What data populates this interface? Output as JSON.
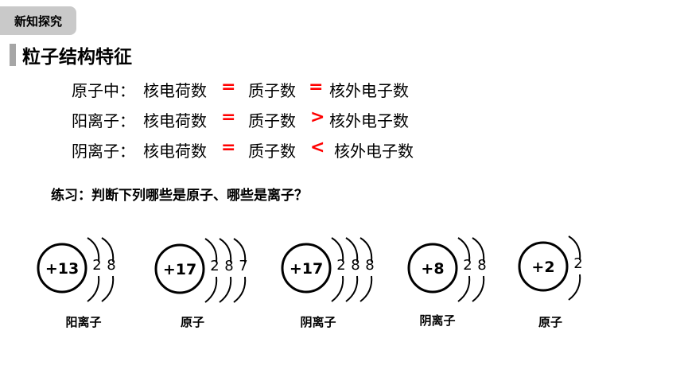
{
  "header": {
    "tag": "新知探究",
    "title": "粒子结构特征"
  },
  "rules": [
    {
      "label": "原子中：",
      "term1": "核电荷数",
      "op1": "=",
      "term2": "质子数",
      "op2": "=",
      "term3": "核外电子数"
    },
    {
      "label": "阳离子：",
      "term1": "核电荷数",
      "op1": "=",
      "term2": "质子数",
      "op2": ">",
      "term3": "核外电子数"
    },
    {
      "label": "阴离子：",
      "term1": "核电荷数",
      "op1": "=",
      "term2": "质子数",
      "op2": "<",
      "term3": "核外电子数"
    }
  ],
  "exercise": {
    "question": "练习：判断下列哪些是原子、哪些是离子？"
  },
  "diagrams": [
    {
      "nucleus": "+13",
      "shells": [
        "2",
        "8"
      ],
      "answer": "阳离子"
    },
    {
      "nucleus": "+17",
      "shells": [
        "2",
        "8",
        "7"
      ],
      "answer": "原子"
    },
    {
      "nucleus": "+17",
      "shells": [
        "2",
        "8",
        "8"
      ],
      "answer": "阴离子"
    },
    {
      "nucleus": "+8",
      "shells": [
        "2",
        "8"
      ],
      "answer": "阴离子"
    },
    {
      "nucleus": "+2",
      "shells": [
        "2"
      ],
      "answer": "原子"
    }
  ]
}
